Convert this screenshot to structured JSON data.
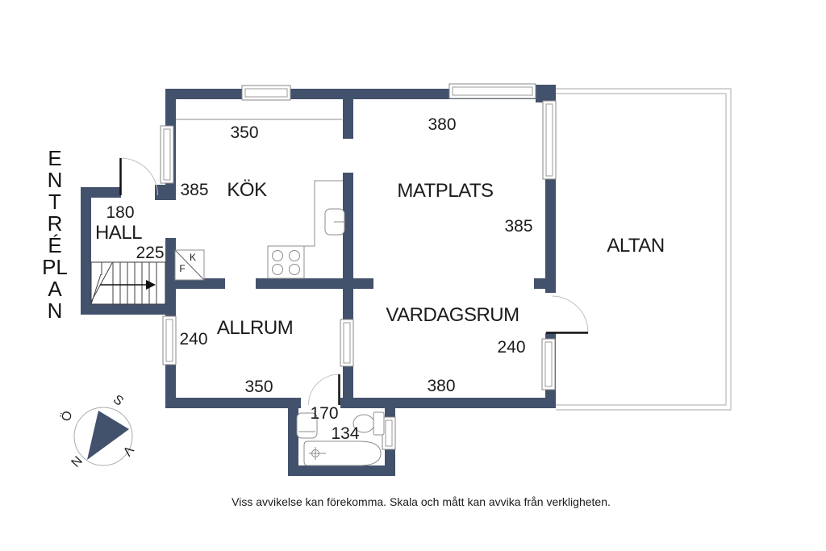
{
  "floor_title": "ENTRÉPLAN",
  "rooms": {
    "hall": {
      "name": "HALL"
    },
    "kok": {
      "name": "KÖK"
    },
    "matplats": {
      "name": "MATPLATS"
    },
    "allrum": {
      "name": "ALLRUM"
    },
    "vardagsrum": {
      "name": "VARDAGSRUM"
    },
    "altan": {
      "name": "ALTAN"
    }
  },
  "dimensions": {
    "kok_width": "350",
    "kok_depth": "385",
    "hall_width": "180",
    "hall_depth": "225",
    "matplats_width": "380",
    "matplats_depth": "385",
    "allrum_depth": "240",
    "allrum_width": "350",
    "vardagsrum_width": "380",
    "vardagsrum_depth": "240",
    "badrum_width": "170",
    "badrum_length": "134"
  },
  "closet": {
    "kyl": "K",
    "frys": "F"
  },
  "compass": {
    "north": "N",
    "south": "S",
    "west": "V",
    "east": "Ö"
  },
  "disclaimer": "Viss avvikelse kan förekomma. Skala och mått kan avvika från verkligheten.",
  "colors": {
    "wall": "#42516c",
    "fixture_line": "#8c8c8c",
    "text": "#1b1b1b"
  }
}
